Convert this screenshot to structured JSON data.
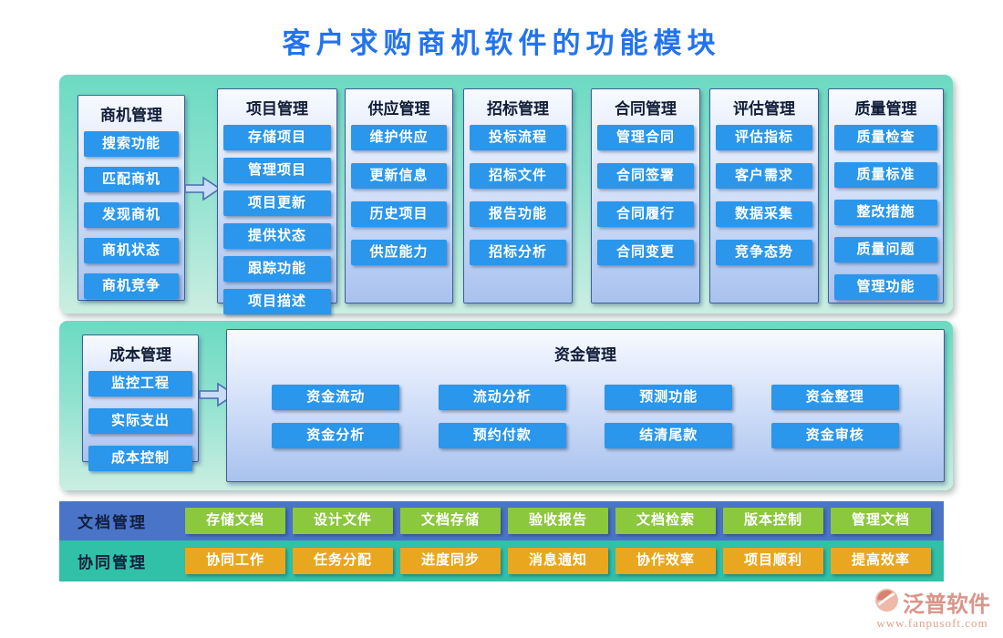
{
  "title": "客户求购商机软件的功能模块",
  "sections": {
    "modules": [
      {
        "name": "商机管理",
        "items": [
          "搜索功能",
          "匹配商机",
          "发现商机",
          "商机状态",
          "商机竞争"
        ]
      },
      {
        "name": "项目管理",
        "items": [
          "存储项目",
          "管理项目",
          "项目更新",
          "提供状态",
          "跟踪功能",
          "项目描述"
        ]
      },
      {
        "name": "供应管理",
        "items": [
          "维护供应",
          "更新信息",
          "历史项目",
          "供应能力"
        ]
      },
      {
        "name": "招标管理",
        "items": [
          "投标流程",
          "招标文件",
          "报告功能",
          "招标分析"
        ]
      },
      {
        "name": "合同管理",
        "items": [
          "管理合同",
          "合同签署",
          "合同履行",
          "合同变更"
        ]
      },
      {
        "name": "评估管理",
        "items": [
          "评估指标",
          "客户需求",
          "数据采集",
          "竞争态势"
        ]
      },
      {
        "name": "质量管理",
        "items": [
          "质量检查",
          "质量标准",
          "整改措施",
          "质量问题",
          "管理功能"
        ]
      }
    ],
    "cost": {
      "name": "成本管理",
      "items": [
        "监控工程",
        "实际支出",
        "成本控制"
      ]
    },
    "funds": {
      "name": "资金管理",
      "row1": [
        "资金流动",
        "流动分析",
        "预测功能",
        "资金整理"
      ],
      "row2": [
        "资金分析",
        "预约付款",
        "结清尾款",
        "资金审核"
      ]
    },
    "docs": {
      "name": "文档管理",
      "items": [
        "存储文档",
        "设计文件",
        "文档存储",
        "验收报告",
        "文档检索",
        "版本控制",
        "管理文档"
      ]
    },
    "collab": {
      "name": "协同管理",
      "items": [
        "协同工作",
        "任务分配",
        "进度同步",
        "消息通知",
        "协作效率",
        "项目顺利",
        "提高效率"
      ]
    }
  },
  "footer": {
    "brand": "泛普软件",
    "website": "www.fanpusoft.com"
  },
  "colors": {
    "title_blue": "#2273f0",
    "board_teal": "#6cdac2",
    "module_button_blue": "#2a96ec",
    "docs_bar_blue": "#4a74c8",
    "collab_bar_teal": "#31c0a8",
    "doc_button_green": "#8cc83d",
    "collab_button_orange": "#e9a720",
    "brand_salmon": "#d9958a"
  }
}
